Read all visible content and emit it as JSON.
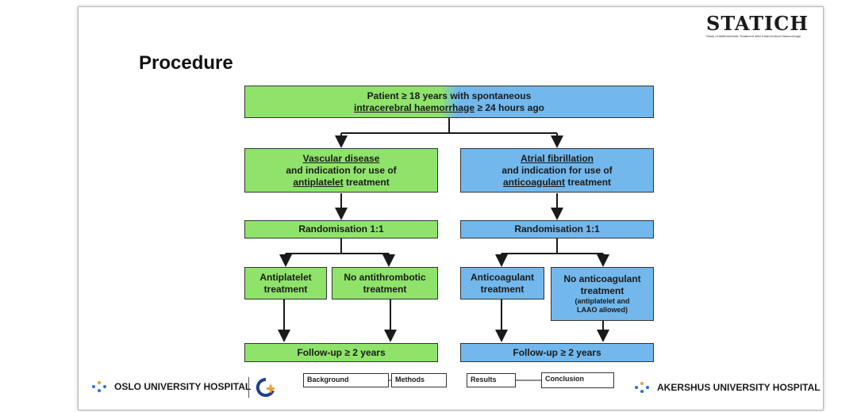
{
  "brand": {
    "name": "STATICH",
    "subtitle": "Study of antithrombotic Treatment after IntraCerebral Haemorrhage"
  },
  "title": "Procedure",
  "flow": {
    "top_line1": "Patient ≥ 18 years with spontaneous",
    "top_line2_underlined": "intracerebral haemorrhage",
    "top_line2_rest": " ≥ 24 hours ago",
    "left": {
      "cond_line1_underlined": "Vascular disease",
      "cond_line2": "and indication for use of",
      "cond_line3_underlined": "antiplatelet",
      "cond_line3_rest": " treatment",
      "randomisation": "Randomisation 1:1",
      "arm1_line1": "Antiplatelet",
      "arm1_line2": "treatment",
      "arm2_line1": "No antithrombotic",
      "arm2_line2": "treatment",
      "followup": "Follow-up ≥ 2 years"
    },
    "right": {
      "cond_line1_underlined": "Atrial fibrillation",
      "cond_line2": "and indication for use of",
      "cond_line3_underlined": "anticoagulant",
      "cond_line3_rest": " treatment",
      "randomisation": "Randomisation 1:1",
      "arm1_line1": "Anticoagulant",
      "arm1_line2": "treatment",
      "arm2_line1": "No anticoagulant",
      "arm2_line2": "treatment",
      "arm2_note1": "(antiplatelet and",
      "arm2_note2": "LAAO allowed)",
      "followup": "Follow-up ≥ 2 years"
    }
  },
  "nav": {
    "background": "Background",
    "methods": "Methods",
    "results": "Results",
    "conclusion": "Conclusion"
  },
  "footer": {
    "left_org": "OSLO UNIVERSITY HOSPITAL",
    "right_org": "AKERSHUS UNIVERSITY HOSPITAL"
  },
  "colors": {
    "green": "#8fe36a",
    "blue": "#72b8ec",
    "dot_blue": "#2a6fdb",
    "dot_orange": "#f0a030"
  }
}
